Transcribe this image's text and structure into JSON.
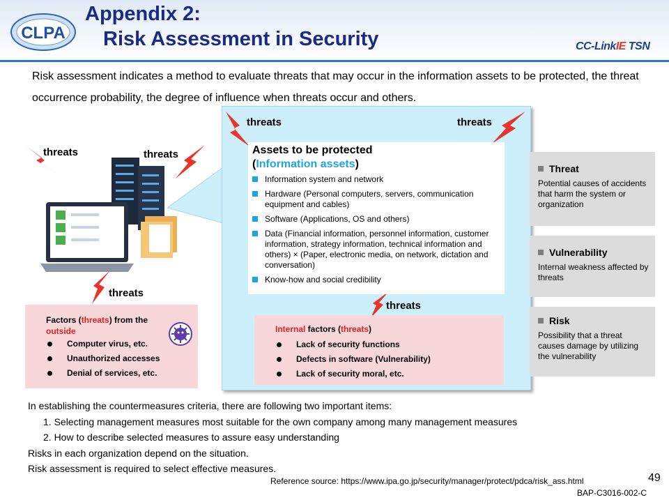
{
  "header": {
    "title_line1": "Appendix 2:",
    "title_line2": "Risk Assessment in Security",
    "logo_text": "CLPA",
    "brand_cc": "CC-Link",
    "brand_ie": "IE",
    "brand_tsn": " TSN"
  },
  "intro": "Risk assessment indicates a method to evaluate threats that may occur in the information assets to be protected, the threat occurrence probability, the degree of influence when threats occur and others.",
  "threat_label": "threats",
  "assets": {
    "title": "Assets to be protected",
    "sub_open": "(",
    "sub_blue": "Information assets",
    "sub_close": ")",
    "items": [
      "Information system and network",
      "Hardware (Personal computers, servers, communication equipment and cables)",
      "Software (Applications, OS and others)",
      "Data (Financial information, personnel information, customer information, strategy information, technical information and others) × (Paper, electronic media, on network, dictation and conversation)",
      "Know-how and social credibility"
    ]
  },
  "internal": {
    "t1": "Internal",
    "t2": " factors (",
    "t3": "threats",
    "t4": ")",
    "items": [
      "Lack of security functions",
      "Defects in software (Vulnerability)",
      "Lack of security moral, etc."
    ]
  },
  "outside": {
    "t1": "Factors (",
    "t2": "threats",
    "t3": ") from the",
    "t4": "outside",
    "items": [
      "Computer virus, etc.",
      "Unauthorized accesses",
      "Denial of services, etc."
    ]
  },
  "definitions": [
    {
      "term": "Threat",
      "text": "Potential causes of accidents that harm the system or organization"
    },
    {
      "term": "Vulnerability",
      "text": "Internal weakness affected by threats"
    },
    {
      "term": "Risk",
      "text": "Possibility that a threat causes damage by utilizing the vulnerability"
    }
  ],
  "bottom": {
    "l1": "In establishing the countermeasures criteria, there are following two important items:",
    "l2": "1. Selecting management measures most suitable for the own company among many management measures",
    "l3": "2. How to describe selected measures to assure easy understanding",
    "l4": "Risks in each organization depend on the situation.",
    "l5": "Risk assessment is required to select effective measures."
  },
  "reference": "Reference source: https://www.ipa.go.jp/security/manager/protect/pdca/risk_ass.html",
  "page_number": "49",
  "doc_id": "BAP-C3016-002-C",
  "colors": {
    "title": "#1a2a86",
    "accent_blue": "#1da6dd",
    "threat_red": "#e02020",
    "panel": "#cdeefb",
    "pink": "#f7d7d9",
    "grey": "#dcdcdc"
  }
}
